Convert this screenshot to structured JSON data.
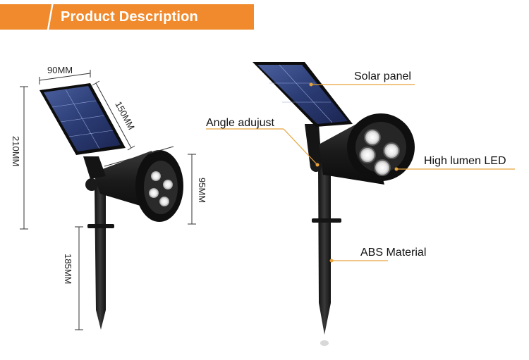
{
  "banner": {
    "title": "Product Description",
    "color": "#f08a2c"
  },
  "dimensions": {
    "width": "90MM",
    "panel_length": "150MM",
    "total_height": "210MM",
    "head_height": "95MM",
    "stake_length": "185MM"
  },
  "callouts": {
    "solar_panel": "Solar panel",
    "angle_adjust": "Angle adujust",
    "high_lumen_led": "High lumen LED",
    "abs_material": "ABS Material"
  },
  "colors": {
    "accent_line": "#e6a23c",
    "panel_blue": "#2c3f7a",
    "body": "#1a1a1a"
  }
}
